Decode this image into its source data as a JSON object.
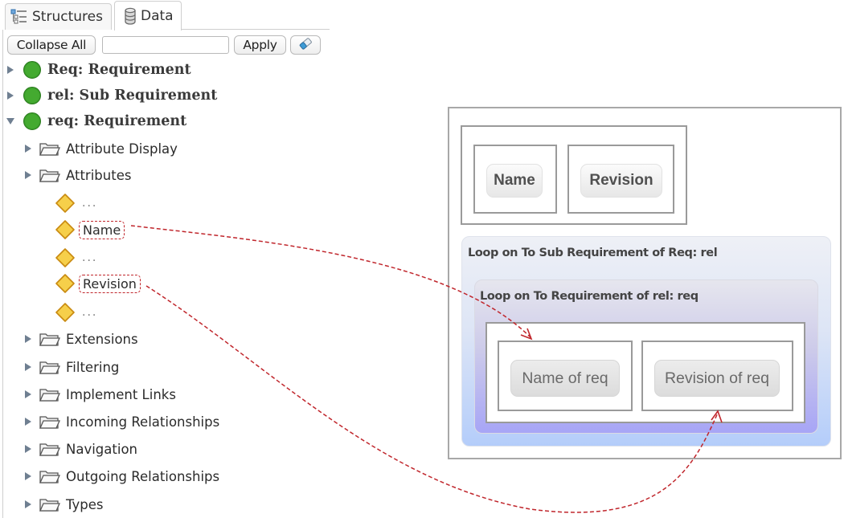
{
  "tabs": [
    {
      "label": "Structures",
      "icon": "tree-structure-icon",
      "active": false
    },
    {
      "label": "Data",
      "icon": "database-icon",
      "active": true
    }
  ],
  "toolbar": {
    "collapse_all_label": "Collapse All",
    "filter_value": "",
    "filter_placeholder": "",
    "apply_label": "Apply",
    "clear_icon": "eraser-icon"
  },
  "tree": {
    "roots": [
      {
        "label": "Req: Requirement",
        "icon": "green-circle-icon",
        "expanded": false
      },
      {
        "label": "rel: Sub Requirement",
        "icon": "green-circle-icon",
        "expanded": false
      },
      {
        "label": "req: Requirement",
        "icon": "green-circle-icon",
        "expanded": true
      }
    ],
    "folders_before": [
      {
        "label": "Attribute Display",
        "expanded": false
      },
      {
        "label": "Attributes",
        "expanded": true
      }
    ],
    "attributes": [
      {
        "label": "...",
        "highlighted": false
      },
      {
        "label": "Name",
        "highlighted": true
      },
      {
        "label": "...",
        "highlighted": false
      },
      {
        "label": "Revision",
        "highlighted": true
      },
      {
        "label": "...",
        "highlighted": false
      }
    ],
    "folders_after": [
      {
        "label": "Extensions",
        "expanded": false
      },
      {
        "label": "Filtering",
        "expanded": false
      },
      {
        "label": "Implement Links",
        "expanded": false
      },
      {
        "label": "Incoming Relationships",
        "expanded": false
      },
      {
        "label": "Navigation",
        "expanded": false
      },
      {
        "label": "Outgoing Relationships",
        "expanded": false
      },
      {
        "label": "Types",
        "expanded": false
      }
    ]
  },
  "diagram": {
    "header_fields": [
      "Name",
      "Revision"
    ],
    "outer_loop_title": "Loop on To Sub Requirement of Req: rel",
    "inner_loop_title": "Loop on To Requirement of rel: req",
    "loop_fields": [
      "Name of req",
      "Revision of req"
    ],
    "connector_color": "#c0262c",
    "connectors": [
      {
        "from": "Name",
        "to": "Name of req"
      },
      {
        "from": "Revision",
        "to": "Revision of req"
      }
    ]
  }
}
